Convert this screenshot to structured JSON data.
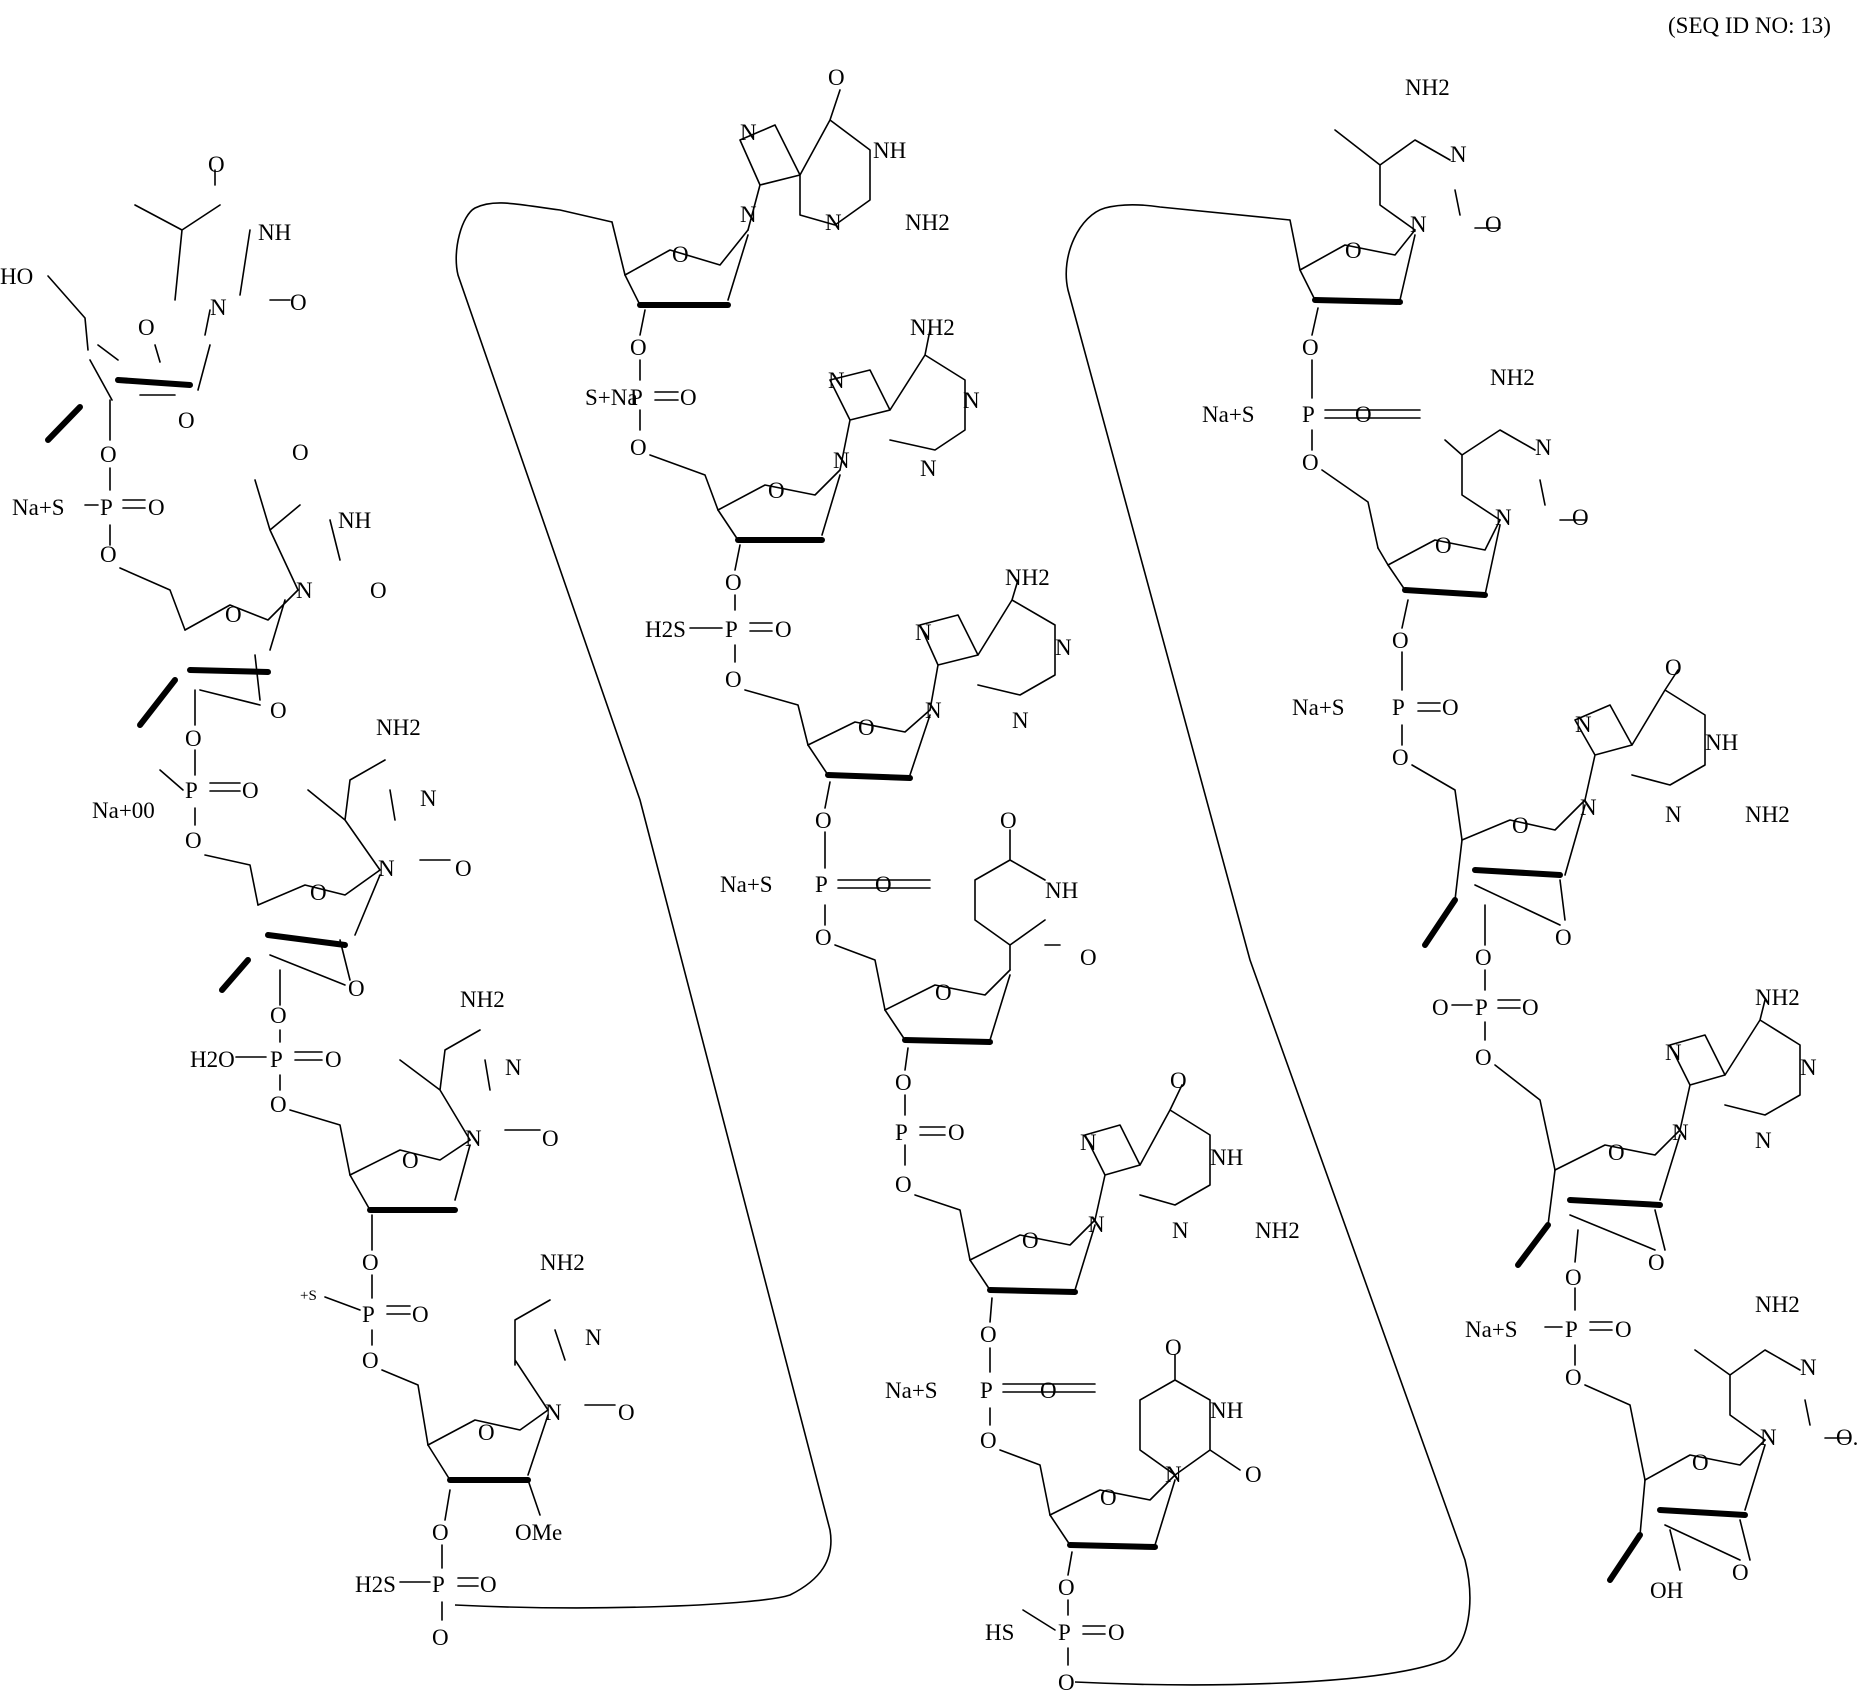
{
  "header": {
    "seq_id": "(SEQ ID NO: 13)"
  },
  "strand1": {
    "terminal": "HO",
    "nucleotides": [
      {
        "base": "thymine",
        "atoms": [
          "O",
          "NH",
          "N",
          "O"
        ],
        "sugar_o": "O",
        "bridge_o": "O"
      },
      {
        "base": "thymine",
        "atoms": [
          "O",
          "NH",
          "N",
          "O"
        ],
        "sugar_o": "O",
        "bridge_o": "O"
      },
      {
        "base": "5-methylcytosine",
        "atoms": [
          "NH2",
          "N",
          "N",
          "O"
        ],
        "sugar_o": "O",
        "bridge_o": "O"
      },
      {
        "base": "5-methylcytosine",
        "atoms": [
          "NH2",
          "N",
          "N",
          "O"
        ],
        "sugar_o": "O"
      },
      {
        "base": "cytosine",
        "atoms": [
          "NH2",
          "N",
          "N",
          "O"
        ],
        "sugar_o": "O",
        "sub": "OMe"
      }
    ],
    "linkers": [
      {
        "left": "Na+S",
        "p": "P",
        "o": "O"
      },
      {
        "left": "Na+00",
        "p": "P",
        "o": "O"
      },
      {
        "left": "H2O",
        "p": "P",
        "o": "O"
      },
      {
        "left": "+S",
        "p": "P",
        "o": "O"
      },
      {
        "left": "H2S",
        "p": "P",
        "o": "O"
      }
    ]
  },
  "strand2": {
    "nucleotides": [
      {
        "base": "guanine",
        "atoms": [
          "O",
          "N",
          "NH",
          "N",
          "N",
          "NH2"
        ],
        "sugar_o": "O"
      },
      {
        "base": "adenine",
        "atoms": [
          "NH2",
          "N",
          "N",
          "N",
          "N"
        ],
        "sugar_o": "O"
      },
      {
        "base": "adenine",
        "atoms": [
          "NH2",
          "N",
          "N",
          "N",
          "N"
        ],
        "sugar_o": "O"
      },
      {
        "base": "thymine",
        "atoms": [
          "O",
          "NH",
          "O"
        ],
        "sugar_o": "O"
      },
      {
        "base": "guanine",
        "atoms": [
          "O",
          "N",
          "NH",
          "N",
          "N",
          "NH2"
        ],
        "sugar_o": "O"
      },
      {
        "base": "thymine",
        "atoms": [
          "O",
          "NH",
          "N",
          "O"
        ],
        "sugar_o": "O"
      }
    ],
    "linkers": [
      {
        "left": "S+Na",
        "p": "P",
        "o": "O"
      },
      {
        "left": "H2S",
        "p": "P",
        "o": "O"
      },
      {
        "left": "Na+S",
        "p": "P",
        "o": "O"
      },
      {
        "left": "",
        "p": "P",
        "o": "O"
      },
      {
        "left": "Na+S",
        "p": "P",
        "o": "O"
      },
      {
        "left": "HS",
        "p": "P",
        "o": "O"
      }
    ]
  },
  "strand3": {
    "nucleotides": [
      {
        "base": "5-methylcytosine",
        "atoms": [
          "NH2",
          "N",
          "N",
          "O"
        ],
        "sugar_o": "O"
      },
      {
        "base": "5-methylcytosine",
        "atoms": [
          "NH2",
          "N",
          "N",
          "O"
        ],
        "sugar_o": "O"
      },
      {
        "base": "guanine",
        "atoms": [
          "O",
          "N",
          "NH",
          "N",
          "N",
          "NH2"
        ],
        "sugar_o": "O",
        "bridge_o": "O"
      },
      {
        "base": "adenine",
        "atoms": [
          "NH2",
          "N",
          "N",
          "N",
          "N"
        ],
        "sugar_o": "O",
        "bridge_o": "O"
      },
      {
        "base": "5-methylcytosine",
        "atoms": [
          "NH2",
          "N",
          "N",
          "O."
        ],
        "sugar_o": "O",
        "bridge_o": "O",
        "sub": "OH"
      }
    ],
    "linkers": [
      {
        "left": "Na+S",
        "p": "P",
        "o": "O"
      },
      {
        "left": "Na+S",
        "p": "P",
        "o": "O"
      },
      {
        "left": "O",
        "p": "P",
        "o": "O"
      },
      {
        "left": "Na+S",
        "p": "P",
        "o": "O"
      }
    ]
  }
}
